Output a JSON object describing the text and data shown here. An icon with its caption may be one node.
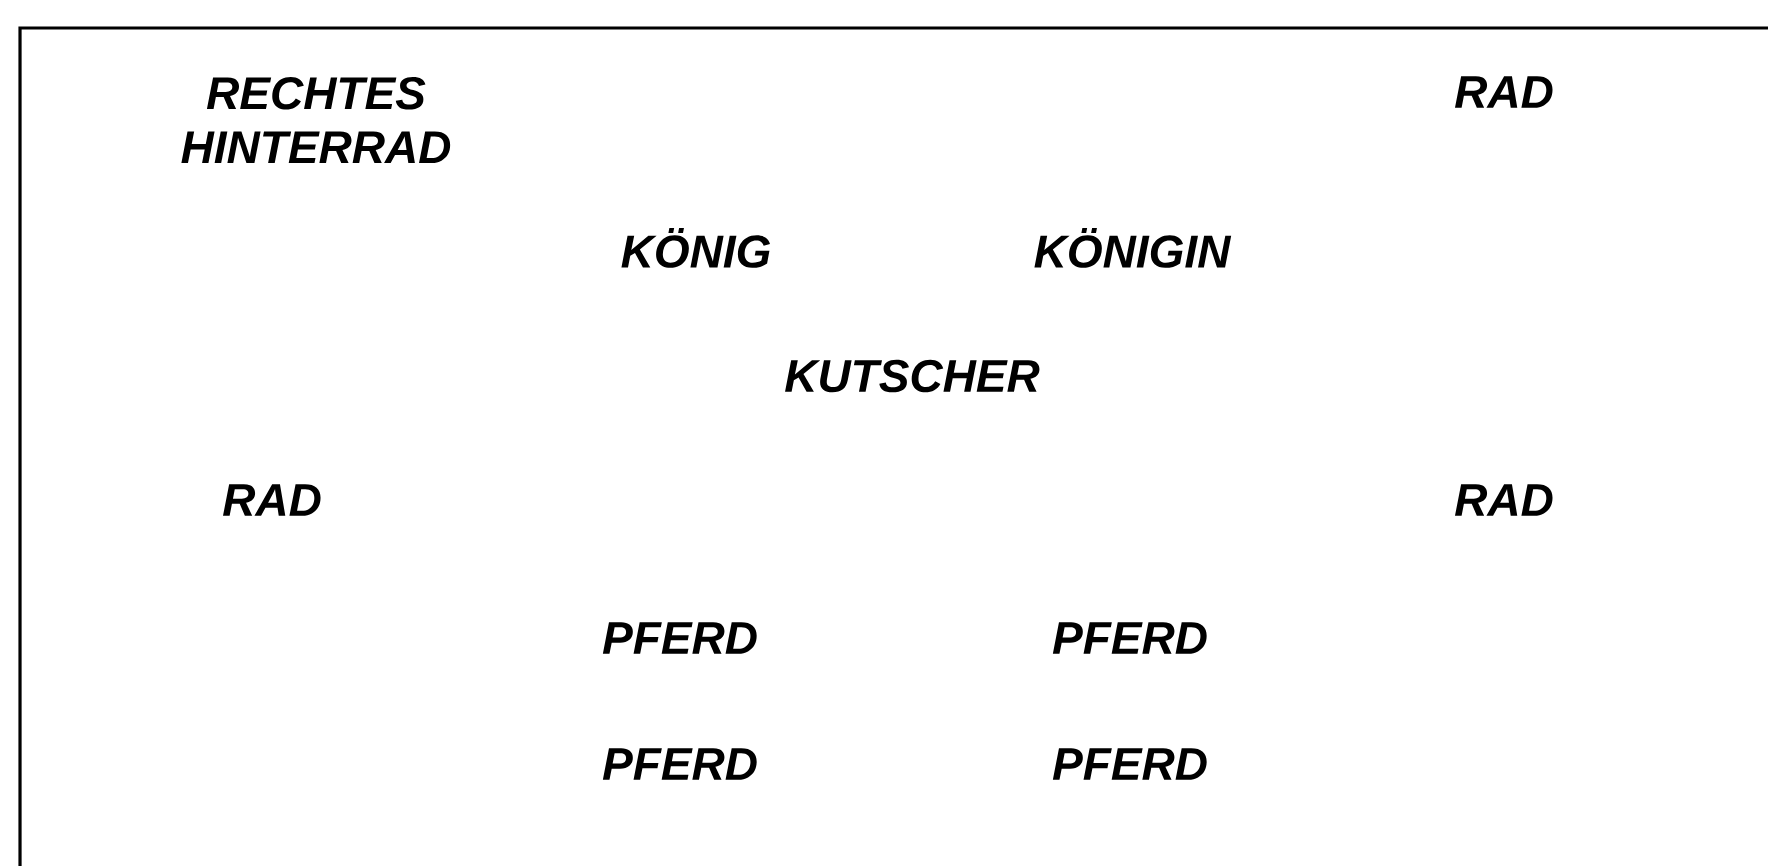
{
  "diagram": {
    "labels": [
      "RECHTES HINTERRAD",
      "RAD",
      "KÖNIG",
      "KÖNIGIN",
      "KUTSCHER",
      "RAD",
      "RAD",
      "PFERD",
      "PFERD",
      "PFERD",
      "PFERD"
    ]
  }
}
